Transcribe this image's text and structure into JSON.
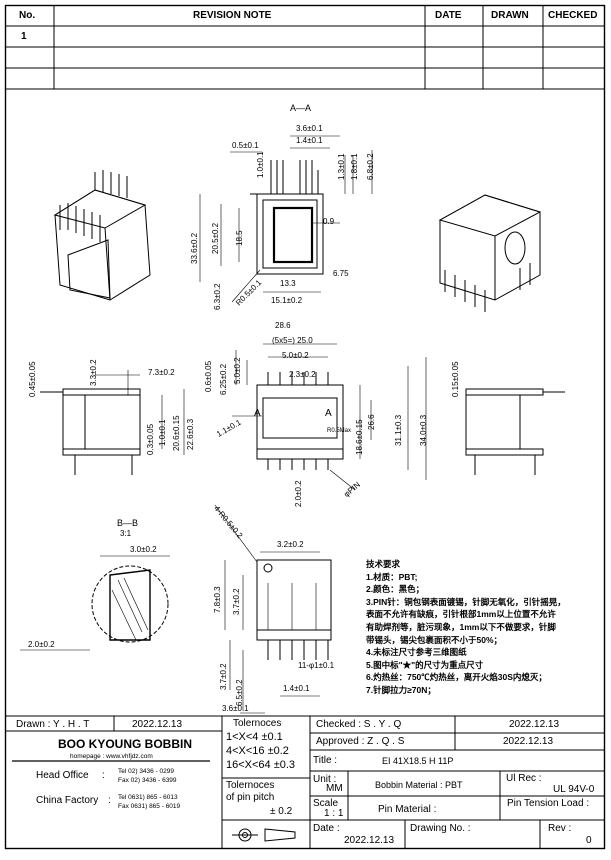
{
  "revision_table": {
    "headers": {
      "no": "No.",
      "revision_note": "REVISION  NOTE",
      "date": "DATE",
      "drawn": "DRAWN",
      "checked": "CHECKED"
    },
    "rows": [
      {
        "no": "1",
        "note": "",
        "date": "",
        "drawn": "",
        "checked": ""
      }
    ]
  },
  "views": {
    "section_aa": {
      "label": "A—A",
      "dims": {
        "top_w": "3.6±0.1",
        "top_w2": "1.4±0.1",
        "left_small": "0.5±0.1",
        "v_1_0": "1.0±0.1",
        "v_1_3": "1.3±0.1",
        "v_1_8": "1.8±0.1",
        "v_6_8": "6.8±0.2",
        "h_33_6": "33.6±0.2",
        "h_20_5": "20.5±0.2",
        "h_18_5": "18.5",
        "w_0_9": "0.9",
        "w_13_3": "13.3",
        "w_6_75": "6.75",
        "w_15_1": "15.1±0.2",
        "v_6_3": "6.3±0.2",
        "r_0_5": "R0.5±0.1"
      }
    },
    "side_view": {
      "dims": {
        "d_0_45": "0.45±0.05",
        "d_3_3": "3.3±0.2",
        "d_7_3": "7.3±0.2",
        "d_0_3": "0.3±0.05",
        "d_1_0": "1.0±0.1",
        "d_20_6": "20.6±0.15",
        "d_22_6": "22.6±0.3"
      }
    },
    "front_view": {
      "dims": {
        "d_28_6": "28.6",
        "pitch": "(5x5=) 25.0",
        "d_5_0_top": "5.0±0.2",
        "d_2_3": "2.3±0.2",
        "v_0_6": "0.6±0.05",
        "v_6_25": "6.25±0.2",
        "v_5_0": "5.0±0.2",
        "d_1_1": "1.1±0.1",
        "r_max": "R0.5Max",
        "d_18_6": "18.6±0.15",
        "d_26_6": "26.6",
        "d_31_1": "31.1±0.3",
        "d_34_0": "34.0±0.3",
        "pin_phi": "φPIN",
        "d_2_0": "2.0±0.2",
        "arrow_a": "A"
      }
    },
    "right_side": {
      "dims": {
        "d_0_15": "0.15±0.05"
      }
    },
    "section_bb": {
      "label": "B—B",
      "scale": "3:1",
      "dims": {
        "d_3_0": "3.0±0.2",
        "d_2_0": "2.0±0.2"
      }
    },
    "bottom_view": {
      "dims": {
        "r_0_5": "4-R0.5±0.2",
        "d_3_2": "3.2±0.2",
        "d_7_8": "7.8±0.3",
        "d_3_7": "3.7±0.2",
        "d_11": "11-φ1±0.1",
        "d_3_7b": "3.7±0.2",
        "d_6_5": "6.5±0.2",
        "d_1_4": "1.4±0.1",
        "d_3_6": "3.6±0.1"
      }
    }
  },
  "notes": {
    "title": "技术要求",
    "lines": [
      "1.材质：PBT;",
      "2.颜色：黑色；",
      "3.PIN针：铜包钢表面镀锡，针脚无氧化，引针摇晃，",
      "表面不允许有缺痕，引针根部1mm以上位置不允许",
      "有助焊剂等，脏污现象，1mm以下不做要求，针脚",
      "带锡头，锡尖包裹面积不小于50%；",
      "4.未标注尺寸参考三维图纸",
      "5.图中标\"★\"的尺寸为重点尺寸",
      "6.灼热丝：750℃灼热丝，离开火焰30S内熄灭；",
      "7.针脚拉力≥70N；"
    ]
  },
  "title_block": {
    "drawn_label": "Drawn : Y . H . T",
    "drawn_date": "2022.12.13",
    "tolerances_label": "Tolernoces",
    "tolerances": [
      "1<X<4     ±0.1",
      "4<X<16   ±0.2",
      "16<X<64 ±0.3"
    ],
    "pin_pitch_label": "Tolernoces\nof pin pitch",
    "pin_pitch_value": "± 0.2",
    "checked_label": "Checked :   S . Y . Q",
    "checked_date": "2022.12.13",
    "approved_label": "Approved :   Z . Q . S",
    "approved_date": "2022.12.13",
    "title_label": "Title :",
    "title_value": "EI 41X18.5 H 11P",
    "company": "BOO KYOUNG BOBBIN",
    "homepage": "homepage : www.vhfjdz.com",
    "head_office": "Head Office",
    "head_tel": "Tel   02) 3436 - 0299",
    "head_fax": "Fax   02) 3436 - 6399",
    "china_factory": "China Factory",
    "china_tel": "Tel   0631) 865 - 6013",
    "china_fax": "Fax   0631) 865 - 6019",
    "unit_label": "Unit :",
    "unit_value": "MM",
    "bobbin_material": "Bobbin Material : PBT",
    "ul_label": "Ul Rec :",
    "ul_value": "UL 94V-0",
    "scale_label": "Scale",
    "scale_value": "1 : 1",
    "pin_material": "Pin Material :",
    "pin_tension": "Pin Tension Load :",
    "date_label": "Date :",
    "date_value": "2022.12.13",
    "drawing_no": "Drawing No. :",
    "rev_label": "Rev :",
    "rev_value": "0"
  }
}
